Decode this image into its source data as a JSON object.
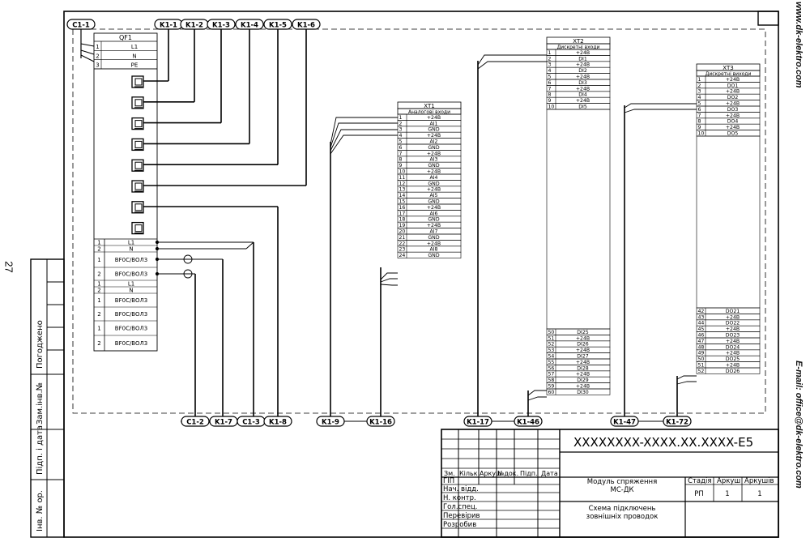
{
  "page_number": "27",
  "side_website": "www.dk-elektro.com",
  "side_email": "E-mail: office@dk-elektro.com",
  "left_strip_labels": [
    "Погоджено",
    "Зам.інв.№",
    "Підп. і дата",
    "Інв. № ор."
  ],
  "top_markers": [
    "C1-1",
    "K1-1",
    "K1-2",
    "K1-3",
    "K1-4",
    "K1-5",
    "K1-6"
  ],
  "bottom_markers": [
    "C1-2",
    "K1-7",
    "C1-3",
    "K1-8",
    "K1-9",
    "K1-16",
    "K1-17",
    "K1-46",
    "K1-47",
    "K1-72"
  ],
  "qf1": {
    "title": "QF1",
    "rows": [
      {
        "n": "1",
        "label": "L1"
      },
      {
        "n": "2",
        "label": "N"
      },
      {
        "n": "3",
        "label": "PE"
      }
    ]
  },
  "lower_block": [
    {
      "n": "1",
      "label": "L1"
    },
    {
      "n": "2",
      "label": "N"
    },
    {
      "n": "1",
      "label": "BF0C/BOЛ3"
    },
    {
      "n": "2",
      "label": "BF0C/BOЛ3"
    },
    {
      "n": "1",
      "label": "L1"
    },
    {
      "n": "2",
      "label": "N"
    },
    {
      "n": "1",
      "label": "BF0C/BOЛ3"
    },
    {
      "n": "2",
      "label": "BF0C/BOЛ3"
    },
    {
      "n": "1",
      "label": "BF0C/BOЛ3"
    },
    {
      "n": "2",
      "label": "BF0C/BOЛ3"
    }
  ],
  "xt1": {
    "title": "XT1",
    "subtitle": "Аналогові входи",
    "rows": [
      {
        "n": "1",
        "label": "+24В"
      },
      {
        "n": "2",
        "label": "AI1"
      },
      {
        "n": "3",
        "label": "GND"
      },
      {
        "n": "4",
        "label": "+24В"
      },
      {
        "n": "5",
        "label": "AI2"
      },
      {
        "n": "6",
        "label": "GND"
      },
      {
        "n": "7",
        "label": "+24В"
      },
      {
        "n": "8",
        "label": "AI3"
      },
      {
        "n": "9",
        "label": "GND"
      },
      {
        "n": "10",
        "label": "+24В"
      },
      {
        "n": "11",
        "label": "AI4"
      },
      {
        "n": "12",
        "label": "GND"
      },
      {
        "n": "13",
        "label": "+24В"
      },
      {
        "n": "14",
        "label": "AI5"
      },
      {
        "n": "15",
        "label": "GND"
      },
      {
        "n": "16",
        "label": "+24В"
      },
      {
        "n": "17",
        "label": "AI6"
      },
      {
        "n": "18",
        "label": "GND"
      },
      {
        "n": "19",
        "label": "+24В"
      },
      {
        "n": "20",
        "label": "AI7"
      },
      {
        "n": "21",
        "label": "GND"
      },
      {
        "n": "22",
        "label": "+24В"
      },
      {
        "n": "23",
        "label": "AI8"
      },
      {
        "n": "24",
        "label": "GND"
      }
    ]
  },
  "xt2": {
    "title": "XT2",
    "subtitle": "Дискретні входи",
    "rows_top": [
      {
        "n": "1",
        "label": "+24В"
      },
      {
        "n": "2",
        "label": "DI1"
      },
      {
        "n": "3",
        "label": "+24В"
      },
      {
        "n": "4",
        "label": "DI2"
      },
      {
        "n": "5",
        "label": "+24В"
      },
      {
        "n": "6",
        "label": "DI3"
      },
      {
        "n": "7",
        "label": "+24В"
      },
      {
        "n": "8",
        "label": "DI4"
      },
      {
        "n": "9",
        "label": "+24В"
      },
      {
        "n": "10",
        "label": "DI5"
      }
    ],
    "rows_bottom": [
      {
        "n": "50",
        "label": "DI25"
      },
      {
        "n": "51",
        "label": "+24В"
      },
      {
        "n": "52",
        "label": "DI26"
      },
      {
        "n": "53",
        "label": "+24В"
      },
      {
        "n": "54",
        "label": "DI27"
      },
      {
        "n": "55",
        "label": "+24В"
      },
      {
        "n": "56",
        "label": "DI28"
      },
      {
        "n": "57",
        "label": "+24В"
      },
      {
        "n": "58",
        "label": "DI29"
      },
      {
        "n": "59",
        "label": "+24В"
      },
      {
        "n": "60",
        "label": "DI30"
      }
    ]
  },
  "xt3": {
    "title": "XT3",
    "subtitle": "Дискретні виходи",
    "rows_top": [
      {
        "n": "1",
        "label": "+24В"
      },
      {
        "n": "2",
        "label": "DO1"
      },
      {
        "n": "3",
        "label": "+24В"
      },
      {
        "n": "4",
        "label": "DO2"
      },
      {
        "n": "5",
        "label": "+24В"
      },
      {
        "n": "6",
        "label": "DO3"
      },
      {
        "n": "7",
        "label": "+24В"
      },
      {
        "n": "8",
        "label": "DO4"
      },
      {
        "n": "9",
        "label": "+24В"
      },
      {
        "n": "10",
        "label": "DO5"
      }
    ],
    "rows_bottom": [
      {
        "n": "42",
        "label": "DO21"
      },
      {
        "n": "43",
        "label": "+24В"
      },
      {
        "n": "44",
        "label": "DO22"
      },
      {
        "n": "45",
        "label": "+24В"
      },
      {
        "n": "46",
        "label": "DO23"
      },
      {
        "n": "47",
        "label": "+24В"
      },
      {
        "n": "48",
        "label": "DO24"
      },
      {
        "n": "49",
        "label": "+24В"
      },
      {
        "n": "50",
        "label": "DO25"
      },
      {
        "n": "51",
        "label": "+24В"
      },
      {
        "n": "52",
        "label": "DO26"
      }
    ]
  },
  "title_block": {
    "code": "XXXXXXXX-XXXX.XX.XXXX-E5",
    "header_cells": [
      "Зм.",
      "Кільк.",
      "Аркуш",
      "№док.",
      "Підп.",
      "Дата"
    ],
    "roles": [
      "ГІП",
      "Нач. відд.",
      "Н. контр.",
      "Гол.спец.",
      "Перевірив",
      "Розробив"
    ],
    "module_title": "Модуль спряження\nМС-ДК",
    "scheme_title": "Схема підключень\nзовнішніх проводок",
    "stage_label": "Стадія",
    "sheet_label": "Аркуш",
    "sheets_label": "Аркушів",
    "stage_value": "РП",
    "sheet_value": "1",
    "sheets_value": "1"
  }
}
